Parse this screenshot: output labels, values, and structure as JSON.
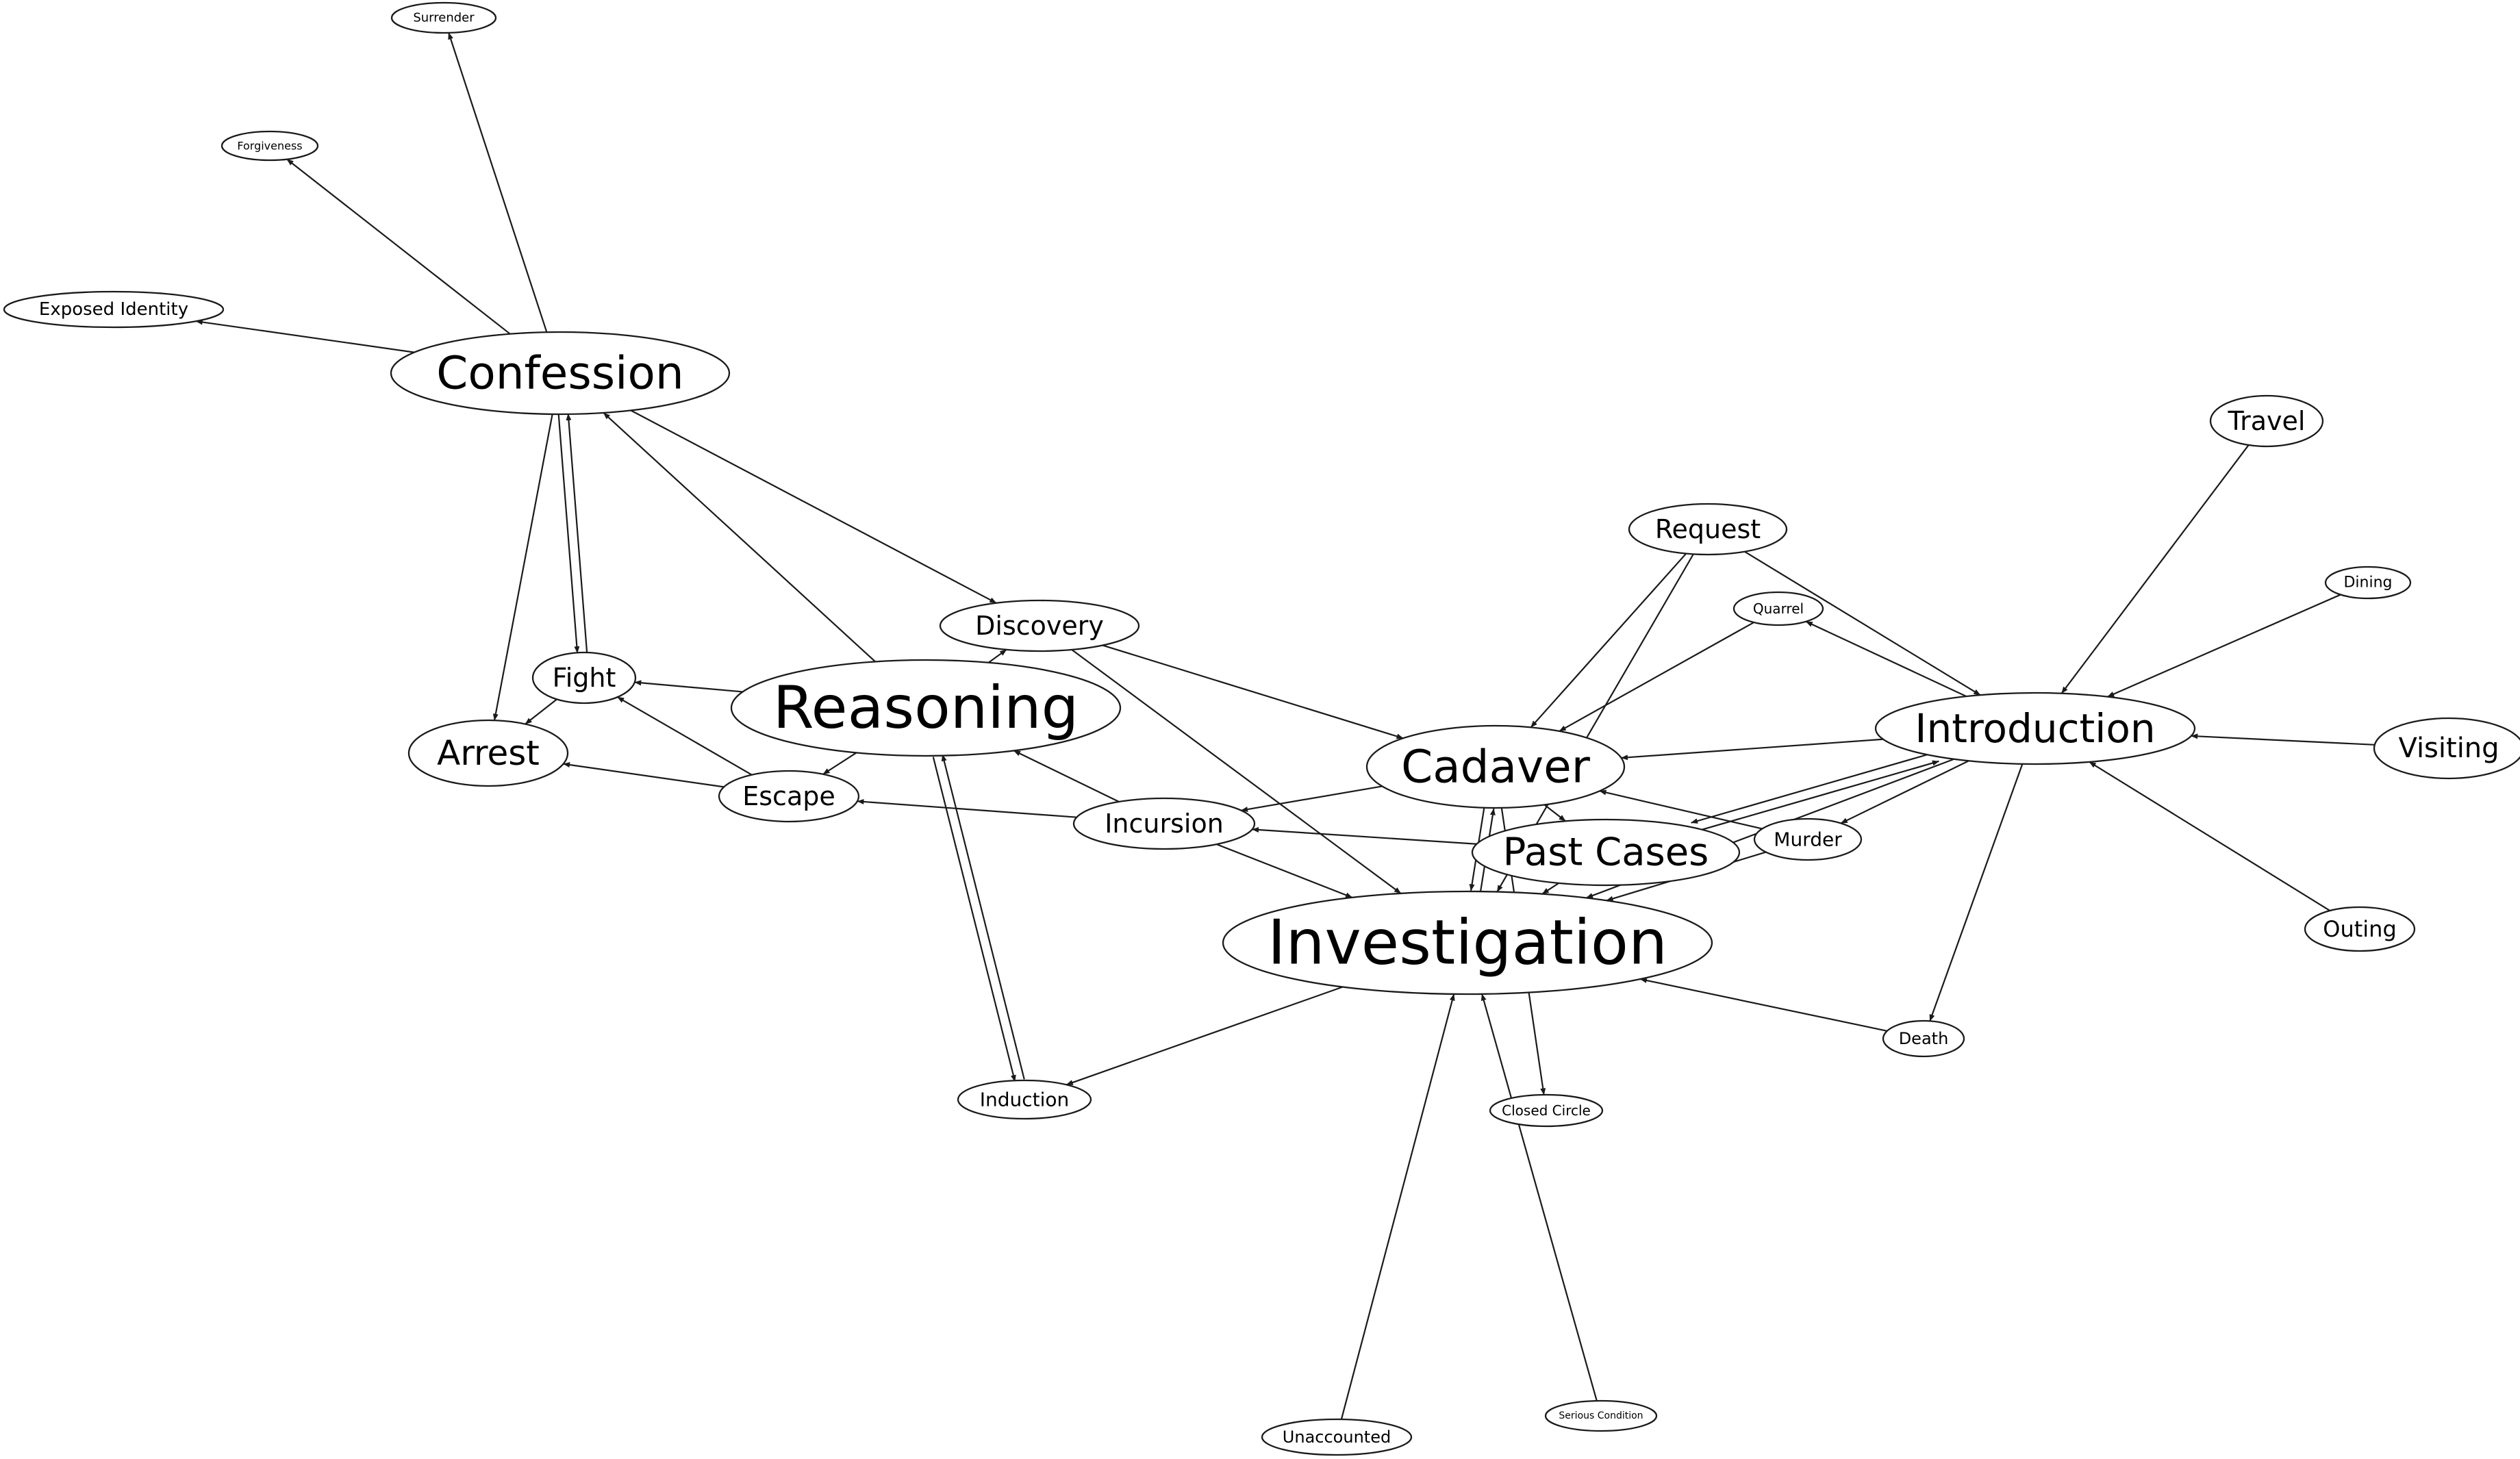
{
  "diagram": {
    "type": "directed-graph",
    "nodes": [
      {
        "id": "surrender",
        "label": "Surrender"
      },
      {
        "id": "forgiveness",
        "label": "Forgiveness"
      },
      {
        "id": "exposed_identity",
        "label": "Exposed Identity"
      },
      {
        "id": "confession",
        "label": "Confession"
      },
      {
        "id": "discovery",
        "label": "Discovery"
      },
      {
        "id": "fight",
        "label": "Fight"
      },
      {
        "id": "reasoning",
        "label": "Reasoning"
      },
      {
        "id": "arrest",
        "label": "Arrest"
      },
      {
        "id": "escape",
        "label": "Escape"
      },
      {
        "id": "incursion",
        "label": "Incursion"
      },
      {
        "id": "induction",
        "label": "Induction"
      },
      {
        "id": "request",
        "label": "Request"
      },
      {
        "id": "quarrel",
        "label": "Quarrel"
      },
      {
        "id": "cadaver",
        "label": "Cadaver"
      },
      {
        "id": "past_cases",
        "label": "Past Cases"
      },
      {
        "id": "investigation",
        "label": "Investigation"
      },
      {
        "id": "murder",
        "label": "Murder"
      },
      {
        "id": "introduction",
        "label": "Introduction"
      },
      {
        "id": "travel",
        "label": "Travel"
      },
      {
        "id": "dining",
        "label": "Dining"
      },
      {
        "id": "visiting",
        "label": "Visiting"
      },
      {
        "id": "outing",
        "label": "Outing"
      },
      {
        "id": "death",
        "label": "Death"
      },
      {
        "id": "closed_circle",
        "label": "Closed Circle"
      },
      {
        "id": "unaccounted",
        "label": "Unaccounted"
      },
      {
        "id": "serious_condition",
        "label": "Serious Condition"
      }
    ],
    "edges": [
      {
        "from": "confession",
        "to": "surrender"
      },
      {
        "from": "confession",
        "to": "forgiveness"
      },
      {
        "from": "confession",
        "to": "exposed_identity"
      },
      {
        "from": "confession",
        "to": "discovery"
      },
      {
        "from": "confession",
        "to": "arrest"
      },
      {
        "from": "confession",
        "to": "fight"
      },
      {
        "from": "fight",
        "to": "confession"
      },
      {
        "from": "fight",
        "to": "arrest"
      },
      {
        "from": "reasoning",
        "to": "confession"
      },
      {
        "from": "reasoning",
        "to": "fight"
      },
      {
        "from": "reasoning",
        "to": "discovery"
      },
      {
        "from": "reasoning",
        "to": "escape"
      },
      {
        "from": "reasoning",
        "to": "induction"
      },
      {
        "from": "induction",
        "to": "reasoning"
      },
      {
        "from": "escape",
        "to": "arrest"
      },
      {
        "from": "escape",
        "to": "fight"
      },
      {
        "from": "incursion",
        "to": "escape"
      },
      {
        "from": "incursion",
        "to": "reasoning"
      },
      {
        "from": "incursion",
        "to": "investigation"
      },
      {
        "from": "discovery",
        "to": "cadaver"
      },
      {
        "from": "discovery",
        "to": "investigation"
      },
      {
        "from": "cadaver",
        "to": "incursion"
      },
      {
        "from": "cadaver",
        "to": "investigation"
      },
      {
        "from": "cadaver",
        "to": "past_cases"
      },
      {
        "from": "cadaver",
        "to": "closed_circle"
      },
      {
        "from": "investigation",
        "to": "cadaver"
      },
      {
        "from": "investigation",
        "to": "induction"
      },
      {
        "from": "past_cases",
        "to": "incursion"
      },
      {
        "from": "past_cases",
        "to": "investigation"
      },
      {
        "from": "past_cases",
        "to": "introduction"
      },
      {
        "from": "request",
        "to": "cadaver"
      },
      {
        "from": "request",
        "to": "investigation"
      },
      {
        "from": "request",
        "to": "introduction"
      },
      {
        "from": "quarrel",
        "to": "cadaver"
      },
      {
        "from": "introduction",
        "to": "quarrel"
      },
      {
        "from": "introduction",
        "to": "cadaver"
      },
      {
        "from": "introduction",
        "to": "murder"
      },
      {
        "from": "introduction",
        "to": "past_cases"
      },
      {
        "from": "introduction",
        "to": "investigation"
      },
      {
        "from": "introduction",
        "to": "death"
      },
      {
        "from": "murder",
        "to": "cadaver"
      },
      {
        "from": "murder",
        "to": "investigation"
      },
      {
        "from": "travel",
        "to": "introduction"
      },
      {
        "from": "dining",
        "to": "introduction"
      },
      {
        "from": "visiting",
        "to": "introduction"
      },
      {
        "from": "outing",
        "to": "introduction"
      },
      {
        "from": "death",
        "to": "investigation"
      },
      {
        "from": "unaccounted",
        "to": "investigation"
      },
      {
        "from": "serious_condition",
        "to": "investigation"
      }
    ]
  },
  "colors": {
    "stroke": "#1a1a1a",
    "fill": "#ffffff",
    "text": "#000000"
  }
}
